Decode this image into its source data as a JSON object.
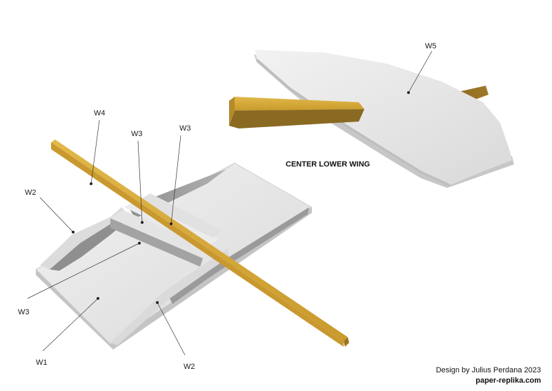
{
  "title": "CENTER LOWER WING",
  "labels": {
    "w1": "W1",
    "w2_left": "W2",
    "w2_bottom": "W2",
    "w3_left": "W3",
    "w3_center": "W3",
    "w3_right": "W3",
    "w4": "W4",
    "w5": "W5"
  },
  "credits": {
    "designer": "Design by Julius Perdana 2023",
    "site": "paper-replika.com"
  },
  "colors": {
    "paper_light": "#e9e9e9",
    "paper_mid": "#d6d6d6",
    "paper_shadow": "#9b9b9b",
    "spar_gold": "#d4a93a",
    "spar_dark": "#8a6a22"
  }
}
